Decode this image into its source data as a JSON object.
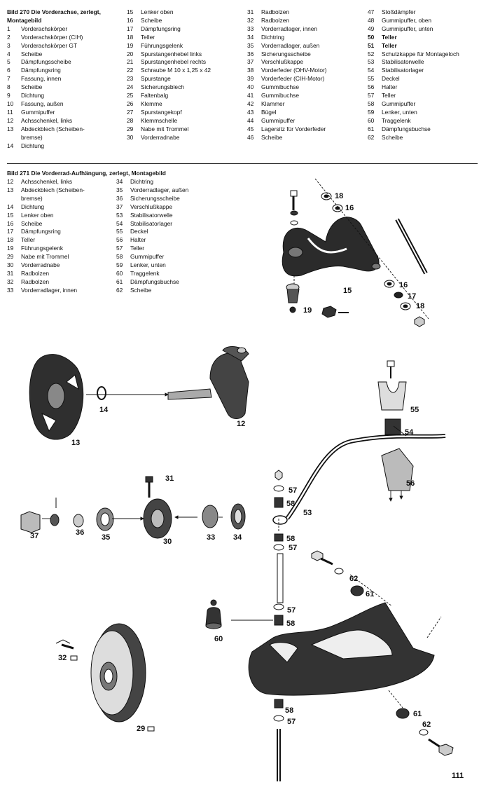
{
  "figure270": {
    "title": "Bild 270   Die Vorderachse, zerlegt, Montagebild",
    "col1": [
      {
        "n": "1",
        "t": "Vorderachskörper"
      },
      {
        "n": "2",
        "t": "Vorderachskörper (CIH)"
      },
      {
        "n": "3",
        "t": "Vorderachskörper GT"
      },
      {
        "n": "4",
        "t": "Scheibe"
      },
      {
        "n": "5",
        "t": "Dämpfungsscheibe"
      },
      {
        "n": "6",
        "t": "Dämpfungsring"
      },
      {
        "n": "7",
        "t": "Fassung, innen"
      },
      {
        "n": "8",
        "t": "Scheibe"
      },
      {
        "n": "9",
        "t": "Dichtung"
      },
      {
        "n": "10",
        "t": "Fassung, außen"
      },
      {
        "n": "11",
        "t": "Gummipuffer"
      },
      {
        "n": "12",
        "t": "Achsschenkel, links"
      },
      {
        "n": "13",
        "t": "Abdeckblech (Scheiben-"
      },
      {
        "n": "",
        "t": "bremse)"
      },
      {
        "n": "14",
        "t": "Dichtung"
      }
    ],
    "col2": [
      {
        "n": "15",
        "t": "Lenker oben"
      },
      {
        "n": "16",
        "t": "Scheibe"
      },
      {
        "n": "17",
        "t": "Dämpfungsring"
      },
      {
        "n": "18",
        "t": "Teller"
      },
      {
        "n": "19",
        "t": "Führungsgelenk"
      },
      {
        "n": "20",
        "t": "Spurstangenhebel links"
      },
      {
        "n": "21",
        "t": "Spurstangenhebel rechts"
      },
      {
        "n": "22",
        "t": "Schraube M 10 x 1,25 x 42"
      },
      {
        "n": "23",
        "t": "Spurstange"
      },
      {
        "n": "24",
        "t": "Sicherungsblech"
      },
      {
        "n": "25",
        "t": "Faltenbalg"
      },
      {
        "n": "26",
        "t": "Klemme"
      },
      {
        "n": "27",
        "t": "Spurstangekopf"
      },
      {
        "n": "28",
        "t": "Klemmschelle"
      },
      {
        "n": "29",
        "t": "Nabe mit Trommel"
      },
      {
        "n": "30",
        "t": "Vorderradnabe"
      }
    ],
    "col3": [
      {
        "n": "31",
        "t": "Radbolzen"
      },
      {
        "n": "32",
        "t": "Radbolzen"
      },
      {
        "n": "33",
        "t": "Vorderradlager, innen"
      },
      {
        "n": "34",
        "t": "Dichtring"
      },
      {
        "n": "35",
        "t": "Vorderradlager, außen"
      },
      {
        "n": "36",
        "t": "Sicherungsscheibe"
      },
      {
        "n": "37",
        "t": "Verschlußkappe"
      },
      {
        "n": "38",
        "t": "Vorderfeder (OHV-Motor)"
      },
      {
        "n": "39",
        "t": "Vorderfeder (CIH-Motor)"
      },
      {
        "n": "40",
        "t": "Gummibuchse"
      },
      {
        "n": "41",
        "t": "Gummibuchse"
      },
      {
        "n": "42",
        "t": "Klammer"
      },
      {
        "n": "43",
        "t": "Bügel"
      },
      {
        "n": "44",
        "t": "Gummipuffer"
      },
      {
        "n": "45",
        "t": "Lagersitz für Vorderfeder"
      },
      {
        "n": "46",
        "t": "Scheibe"
      }
    ],
    "col4": [
      {
        "n": "47",
        "t": "Stoßdämpfer",
        "b": false
      },
      {
        "n": "48",
        "t": "Gummipuffer, oben",
        "b": false
      },
      {
        "n": "49",
        "t": "Gummipuffer, unten",
        "b": false
      },
      {
        "n": "50",
        "t": "Teller",
        "b": true
      },
      {
        "n": "51",
        "t": "Teller",
        "b": true
      },
      {
        "n": "52",
        "t": "Schutzkappe für Montageloch",
        "b": false
      },
      {
        "n": "53",
        "t": "Stabilisatorwelle",
        "b": false
      },
      {
        "n": "54",
        "t": "Stabilisatorlager",
        "b": false
      },
      {
        "n": "55",
        "t": "Deckel",
        "b": false
      },
      {
        "n": "56",
        "t": "Halter",
        "b": false
      },
      {
        "n": "57",
        "t": "Teller",
        "b": false
      },
      {
        "n": "58",
        "t": "Gummipuffer",
        "b": false
      },
      {
        "n": "59",
        "t": "Lenker, unten",
        "b": false
      },
      {
        "n": "60",
        "t": "Traggelenk",
        "b": false
      },
      {
        "n": "61",
        "t": "Dämpfungsbuchse",
        "b": false
      },
      {
        "n": "62",
        "t": "Scheibe",
        "b": false
      }
    ]
  },
  "figure271": {
    "title": "Bild 271   Die Vorderrad-Aufhängung, zerlegt, Montagebild",
    "col1": [
      {
        "n": "12",
        "t": "Achsschenkel, links"
      },
      {
        "n": "13",
        "t": "Abdeckblech (Scheiben-"
      },
      {
        "n": "",
        "t": "bremse)"
      },
      {
        "n": "14",
        "t": "Dichtung"
      },
      {
        "n": "15",
        "t": "Lenker oben"
      },
      {
        "n": "16",
        "t": "Scheibe"
      },
      {
        "n": "17",
        "t": "Dämpfungsring"
      },
      {
        "n": "18",
        "t": "Teller"
      },
      {
        "n": "19",
        "t": "Führungsgelenk"
      },
      {
        "n": "29",
        "t": "Nabe mit Trommel"
      },
      {
        "n": "30",
        "t": "Vorderradnabe"
      },
      {
        "n": "31",
        "t": "Radbolzen"
      },
      {
        "n": "32",
        "t": "Radbolzen"
      },
      {
        "n": "33",
        "t": "Vorderradlager, innen"
      }
    ],
    "col2": [
      {
        "n": "34",
        "t": "Dichtring"
      },
      {
        "n": "35",
        "t": "Vorderradlager, außen"
      },
      {
        "n": "36",
        "t": "Sicherungsscheibe"
      },
      {
        "n": "37",
        "t": "Verschlußkappe"
      },
      {
        "n": "53",
        "t": "Stabilisatorwelle"
      },
      {
        "n": "54",
        "t": "Stabilisatorlager"
      },
      {
        "n": "55",
        "t": "Deckel"
      },
      {
        "n": "56",
        "t": "Halter"
      },
      {
        "n": "57",
        "t": "Teller"
      },
      {
        "n": "58",
        "t": "Gummipuffer"
      },
      {
        "n": "59",
        "t": "Lenker, unten"
      },
      {
        "n": "60",
        "t": "Traggelenk"
      },
      {
        "n": "61",
        "t": "Dämpfungsbuchse"
      },
      {
        "n": "62",
        "t": "Scheibe"
      }
    ]
  },
  "callouts": {
    "c12": "12",
    "c13": "13",
    "c14": "14",
    "c15": "15",
    "c16a": "16",
    "c16b": "16",
    "c17": "17",
    "c18a": "18",
    "c18b": "18",
    "c19": "19",
    "c29": "29",
    "c30": "30",
    "c31": "31",
    "c32": "32",
    "c33": "33",
    "c34": "34",
    "c35": "35",
    "c36": "36",
    "c37": "37",
    "c53": "53",
    "c54": "54",
    "c55": "55",
    "c56": "56",
    "c57a": "57",
    "c57b": "57",
    "c57c": "57",
    "c57d": "57",
    "c58a": "58",
    "c58b": "58",
    "c58c": "58",
    "c58d": "58",
    "c60": "60",
    "c61a": "61",
    "c61b": "61",
    "c62a": "62",
    "c62b": "62"
  },
  "page_number": "111"
}
